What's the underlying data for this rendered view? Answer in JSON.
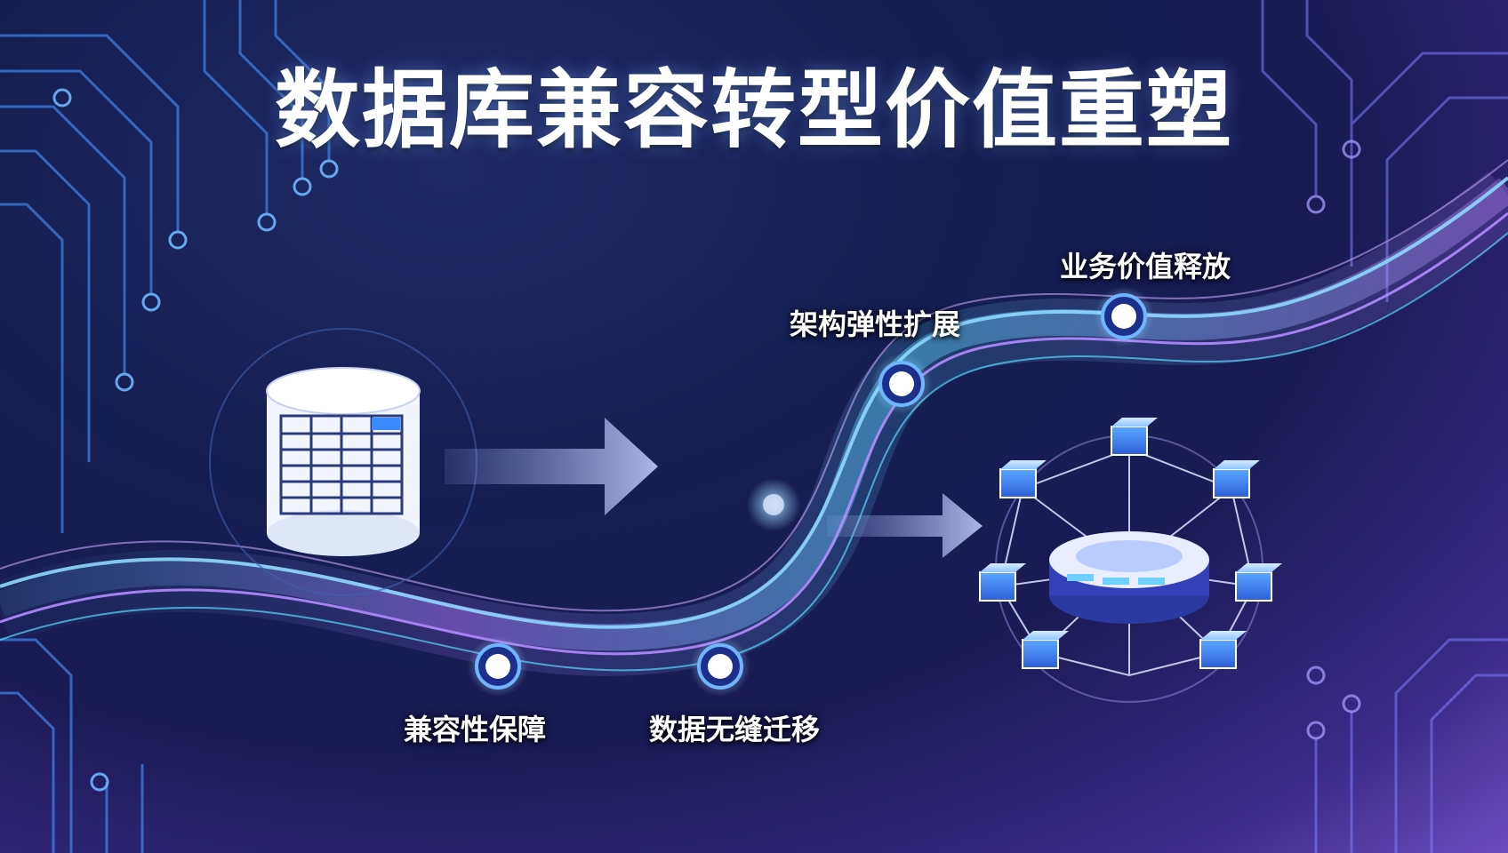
{
  "title": "数据库兼容转型价值重塑",
  "milestones": [
    {
      "label": "兼容性保障",
      "icon": "milestone-node-icon"
    },
    {
      "label": "数据无缝迁移",
      "icon": "milestone-node-icon"
    },
    {
      "label": "架构弹性扩展",
      "icon": "milestone-node-icon"
    },
    {
      "label": "业务价值释放",
      "icon": "milestone-node-icon"
    }
  ],
  "icons": {
    "legacy_database": "legacy-database-icon",
    "distributed_database": "distributed-database-network-icon",
    "arrow": "right-arrow-icon"
  },
  "colors": {
    "background_dark": "#151e52",
    "background_purple": "#6a4cc0",
    "wave_cyan": "#5ad8ff",
    "wave_violet": "#b07cff",
    "node_accent": "#3a8bff",
    "text": "#ffffff"
  }
}
